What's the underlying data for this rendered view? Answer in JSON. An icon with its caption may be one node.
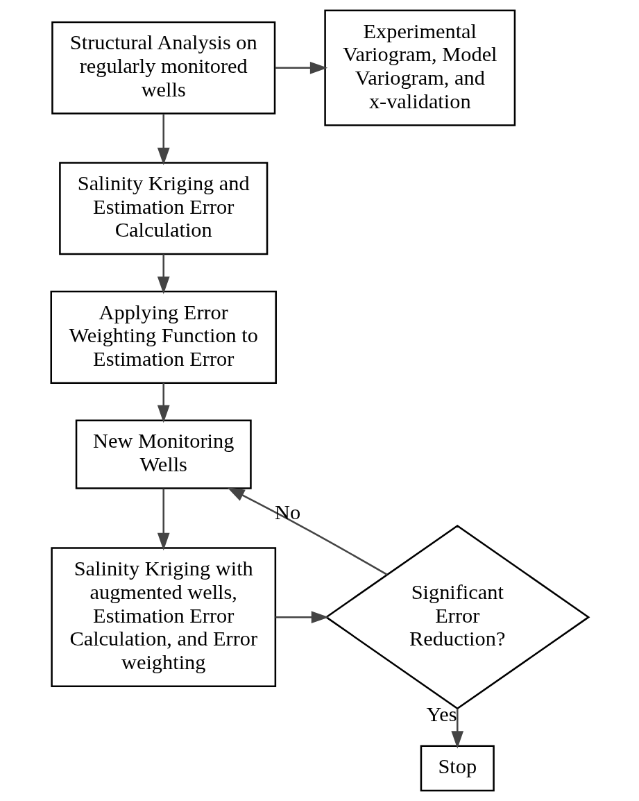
{
  "diagram": {
    "nodes": [
      {
        "text": [
          "Structural Analysis on regularly monitored wells"
        ]
      },
      {
        "text": [
          "Experimental Variogram, Model Variogram, and x-validation"
        ]
      },
      {
        "text": [
          "Salinity Kriging and Estimation Error Calculation"
        ]
      },
      {
        "text": [
          "Applying Error Weighting Function to Estimation Error"
        ]
      },
      {
        "text": [
          "New Monitoring Wells"
        ]
      },
      {
        "text": [
          "Salinity Kriging with augmented wells, Estimation Error Calculation, and Error weighting"
        ]
      },
      {
        "text": [
          "Significant Error Reduction?"
        ]
      },
      {
        "text": [
          "Stop"
        ]
      }
    ],
    "edges": [
      {
        "from": 0,
        "to": 1,
        "arrow": "to"
      },
      {
        "from": 0,
        "to": 2,
        "arrow": "to"
      },
      {
        "from": 2,
        "to": 3,
        "arrow": "to"
      },
      {
        "from": 3,
        "to": 4,
        "arrow": "to"
      },
      {
        "from": 4,
        "to": 5,
        "arrow": "to"
      },
      {
        "from": 5,
        "to": 6,
        "arrow": "to"
      },
      {
        "from": 6,
        "to": 4,
        "label": "No",
        "arrow": "to"
      },
      {
        "from": 6,
        "to": 7,
        "label": "Yes",
        "arrow": "to"
      }
    ]
  }
}
